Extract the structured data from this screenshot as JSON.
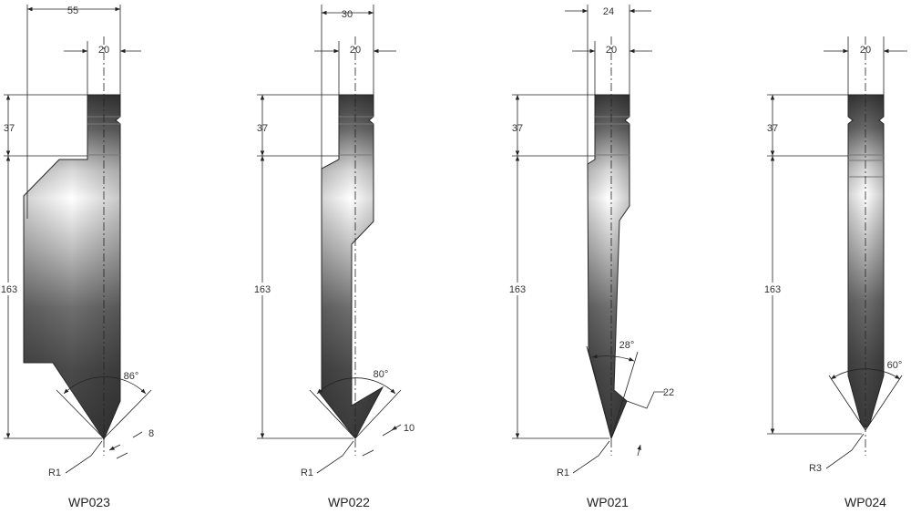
{
  "tools": [
    {
      "name": "WP023",
      "angle": "86°",
      "radius": "R1",
      "dims": {
        "d55": "55",
        "d20": "20",
        "d37": "37",
        "d163": "163",
        "d8": "8"
      }
    },
    {
      "name": "WP022",
      "angle": "80°",
      "radius": "R1",
      "dims": {
        "d30": "30",
        "d20": "20",
        "d37": "37",
        "d163": "163",
        "d10": "10"
      }
    },
    {
      "name": "WP021",
      "angle": "28°",
      "radius": "R1",
      "dims": {
        "d24": "24",
        "d20": "20",
        "d37": "37",
        "d163": "163",
        "d22": "22"
      }
    },
    {
      "name": "WP024",
      "angle": "60°",
      "radius": "R3",
      "dims": {
        "d20": "20",
        "d37": "37",
        "d163": "163"
      }
    }
  ],
  "colors": {
    "steel_dark": "#3a3a3a",
    "steel_mid": "#8a8a8a",
    "steel_light": "#ffffff",
    "line": "#222222"
  }
}
